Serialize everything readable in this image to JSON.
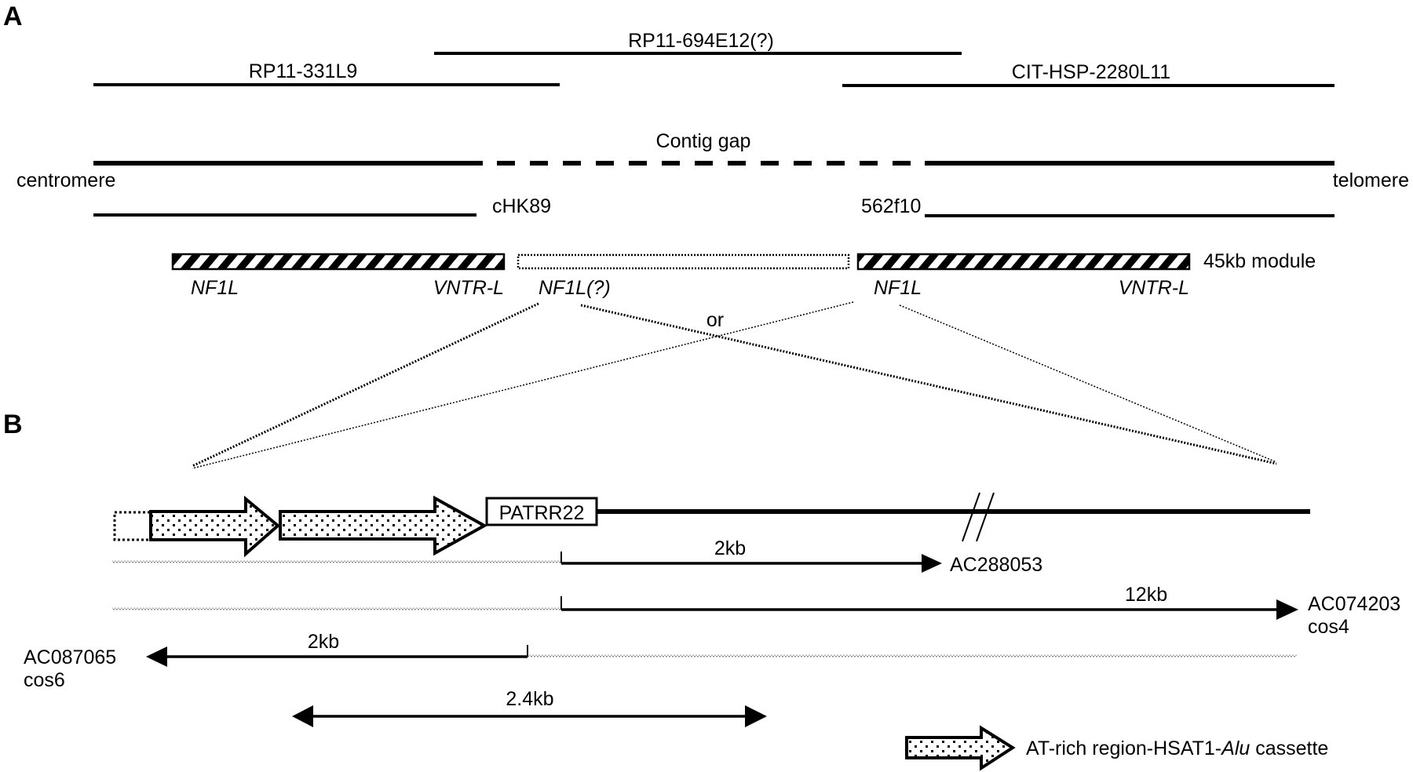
{
  "panels": {
    "a_label": "A",
    "b_label": "B"
  },
  "panel_a": {
    "clones_top": [
      {
        "name": "RP11-694E12(?)"
      },
      {
        "name": "RP11-331L9"
      },
      {
        "name": "CIT-HSP-2280L11"
      }
    ],
    "contig_gap_label": "Contig gap",
    "centromere_label": "centromere",
    "telomere_label": "telomere",
    "cosmid_left": "cHK89",
    "cosmid_right": "562f10",
    "module_label": "45kb module",
    "modules": [
      {
        "type": "hatched",
        "left_label": "NF1L",
        "right_label": "VNTR-L"
      },
      {
        "type": "dotted",
        "left_label": "NF1L(?)",
        "right_label": ""
      },
      {
        "type": "hatched",
        "left_label": "NF1L",
        "right_label": "VNTR-L"
      }
    ],
    "or_label": "or"
  },
  "panel_b": {
    "box_label": "PATRR22",
    "arrows": [
      {
        "label": "2kb",
        "direction": "right",
        "target": "AC288053",
        "target_sub": ""
      },
      {
        "label": "12kb",
        "direction": "right",
        "target": "AC074203",
        "target_sub": "cos4"
      },
      {
        "label": "2kb",
        "direction": "left",
        "target": "AC087065",
        "target_sub": "cos6"
      },
      {
        "label": "2.4kb",
        "direction": "both",
        "target": "",
        "target_sub": ""
      }
    ],
    "legend": {
      "text_prefix": "AT-rich region-HSAT1-",
      "text_italic": "Alu",
      "text_suffix": " cassette"
    }
  },
  "colors": {
    "ink": "#000000",
    "gray_line": "#9a9a9a",
    "background": "#ffffff"
  }
}
